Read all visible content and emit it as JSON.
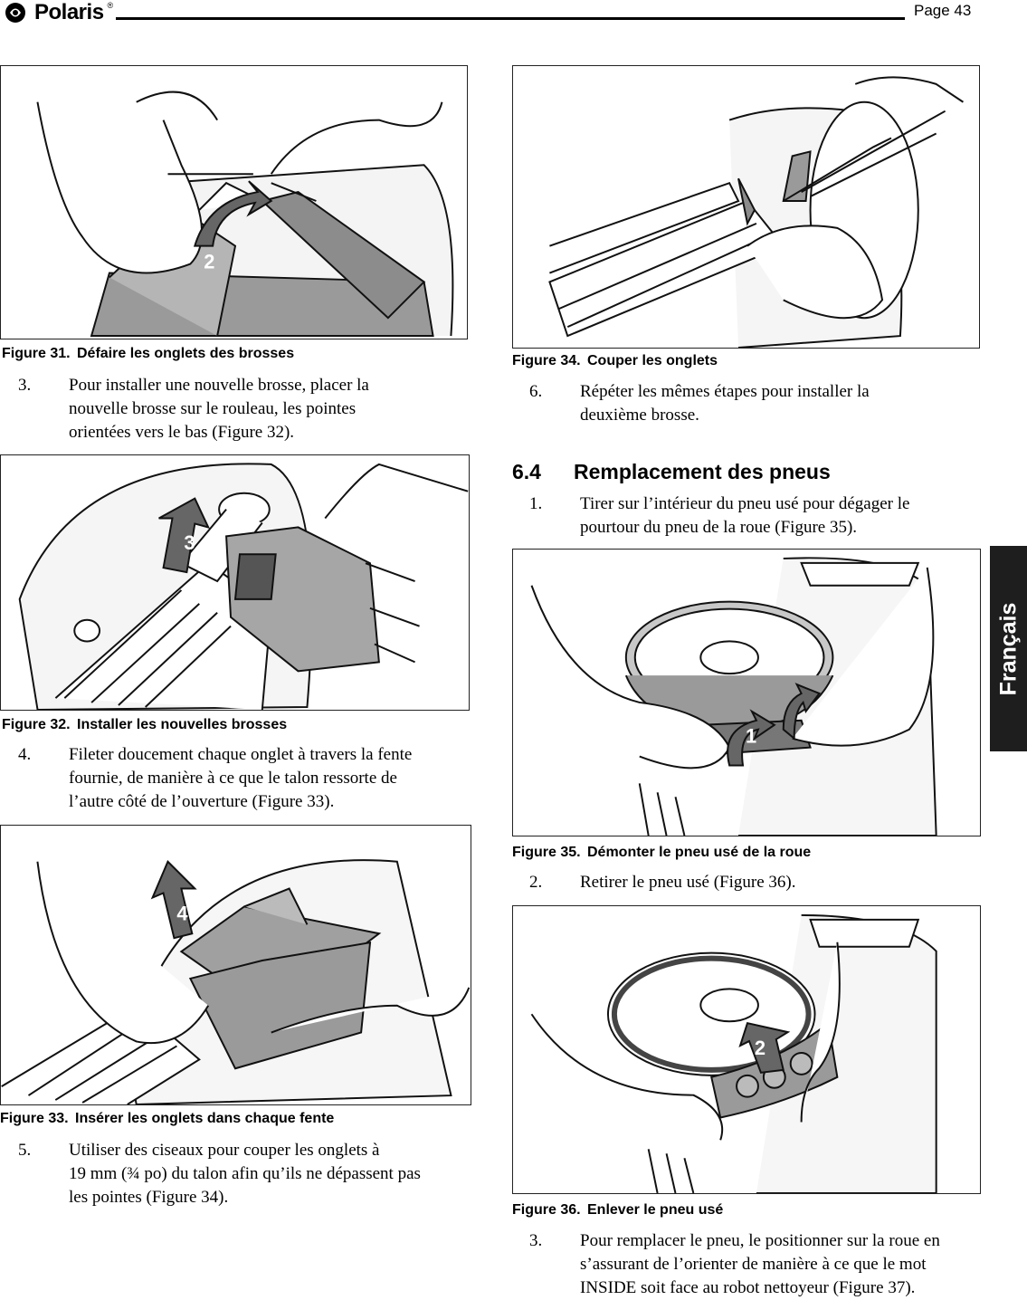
{
  "header": {
    "brand": "Polaris",
    "registered_mark": "®",
    "page_label": "Page 43"
  },
  "side_tab": {
    "label": "Français"
  },
  "figures": [
    {
      "caption_number": "Figure 31.",
      "caption_text": "Défaire les onglets des brosses",
      "step_badge": "2"
    },
    {
      "caption_number": "Figure 32.",
      "caption_text": "Installer les nouvelles brosses",
      "step_badge": "3"
    },
    {
      "caption_number": "Figure 33.",
      "caption_text": "Insérer les onglets dans chaque fente",
      "step_badge": "4"
    },
    {
      "caption_number": "Figure 34.",
      "caption_text": "Couper les onglets"
    },
    {
      "caption_number": "Figure 35.",
      "caption_text": "Démonter le pneu usé de la roue",
      "step_badge": "1"
    },
    {
      "caption_number": "Figure 36.",
      "caption_text": "Enlever le pneu usé",
      "step_badge": "2"
    }
  ],
  "left_steps": [
    {
      "number": "3.",
      "lines": [
        "Pour installer une nouvelle brosse, placer la",
        "nouvelle brosse sur le rouleau, les pointes",
        "orientées vers le bas (Figure 32)."
      ]
    },
    {
      "number": "4.",
      "lines": [
        "Fileter doucement chaque onglet à travers la fente",
        "fournie, de manière à ce que le talon ressorte de",
        "l’autre côté de l’ouverture (Figure 33)."
      ]
    },
    {
      "number": "5.",
      "lines": [
        "Utiliser des ciseaux pour couper les onglets à",
        "19 mm (¾ po) du talon afin qu’ils ne dépassent pas",
        "les pointes (Figure 34)."
      ]
    }
  ],
  "right_steps": [
    {
      "number": "6.",
      "lines": [
        "Répéter les mêmes étapes pour installer la",
        "deuxième brosse."
      ]
    },
    {
      "number": "1.",
      "lines": [
        "Tirer sur l’intérieur du pneu usé pour dégager le",
        "pourtour du pneu de la roue (Figure 35)."
      ]
    },
    {
      "number": "2.",
      "lines": [
        "Retirer le pneu usé (Figure 36)."
      ]
    },
    {
      "number": "3.",
      "lines": [
        "Pour remplacer le pneu, le positionner sur la roue en",
        "s’assurant de l’orienter de manière à ce que le mot",
        "INSIDE soit face au robot nettoyeur (Figure 37)."
      ]
    }
  ],
  "section": {
    "number": "6.4",
    "title": "Remplacement des pneus"
  }
}
